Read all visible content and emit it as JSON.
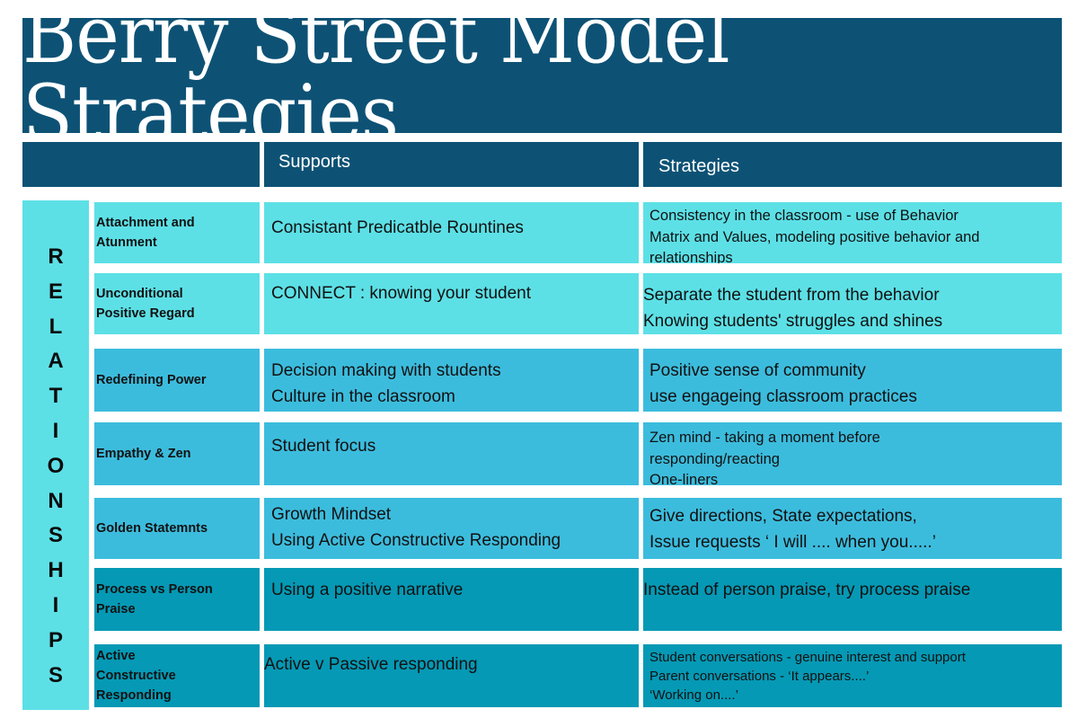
{
  "title": "Berry Street Model Strategies",
  "header": {
    "supports_label": "Supports",
    "strategies_label": "Strategies"
  },
  "side_label": [
    "R",
    "E",
    "L",
    "A",
    "T",
    "I",
    "O",
    "N",
    "S",
    "H",
    "I",
    "P",
    "S"
  ],
  "rows": [
    {
      "name": "Attachment and Atunment",
      "supports": [
        "Consistant Predicatble Rountines"
      ],
      "strategies": [
        "Consistency in the classroom - use of Behavior",
        "Matrix and Values, modeling positive behavior and",
        "relationships"
      ]
    },
    {
      "name": "Unconditional Positive Regard",
      "supports": [
        "CONNECT : knowing your student"
      ],
      "strategies": [
        "Separate the student from the behavior",
        "Knowing students' struggles and shines"
      ]
    },
    {
      "name": "Redefining Power",
      "supports": [
        "Decision making with students",
        "Culture in the classroom"
      ],
      "strategies": [
        "Positive sense of community",
        "use engageing classroom practices"
      ]
    },
    {
      "name": "Empathy & Zen",
      "supports": [
        "Student focus"
      ],
      "strategies": [
        "Zen mind - taking a moment before",
        "responding/reacting",
        "One-liners"
      ]
    },
    {
      "name": "Golden Statemnts",
      "supports": [
        "Growth Mindset",
        "Using Active Constructive Responding"
      ],
      "strategies": [
        "Give directions, State expectations,",
        "Issue requests ‘ I will .... when you.....’"
      ]
    },
    {
      "name": "Process vs Person Praise",
      "supports": [
        "Using a positive narrative"
      ],
      "strategies": [
        "Instead of person praise, try process praise"
      ]
    },
    {
      "name": "Active Constructive Responding",
      "supports": [
        "Active v Passive responding"
      ],
      "strategies": [
        "Student conversations - genuine interest and support",
        "Parent conversations - ‘It appears....’",
        "‘Working on....’"
      ]
    }
  ],
  "colors": {
    "dark_blue": "#0d5275",
    "light_cyan": "#5ce0e6",
    "mid_cyan": "#3cbcdd",
    "teal": "#0599b5"
  }
}
